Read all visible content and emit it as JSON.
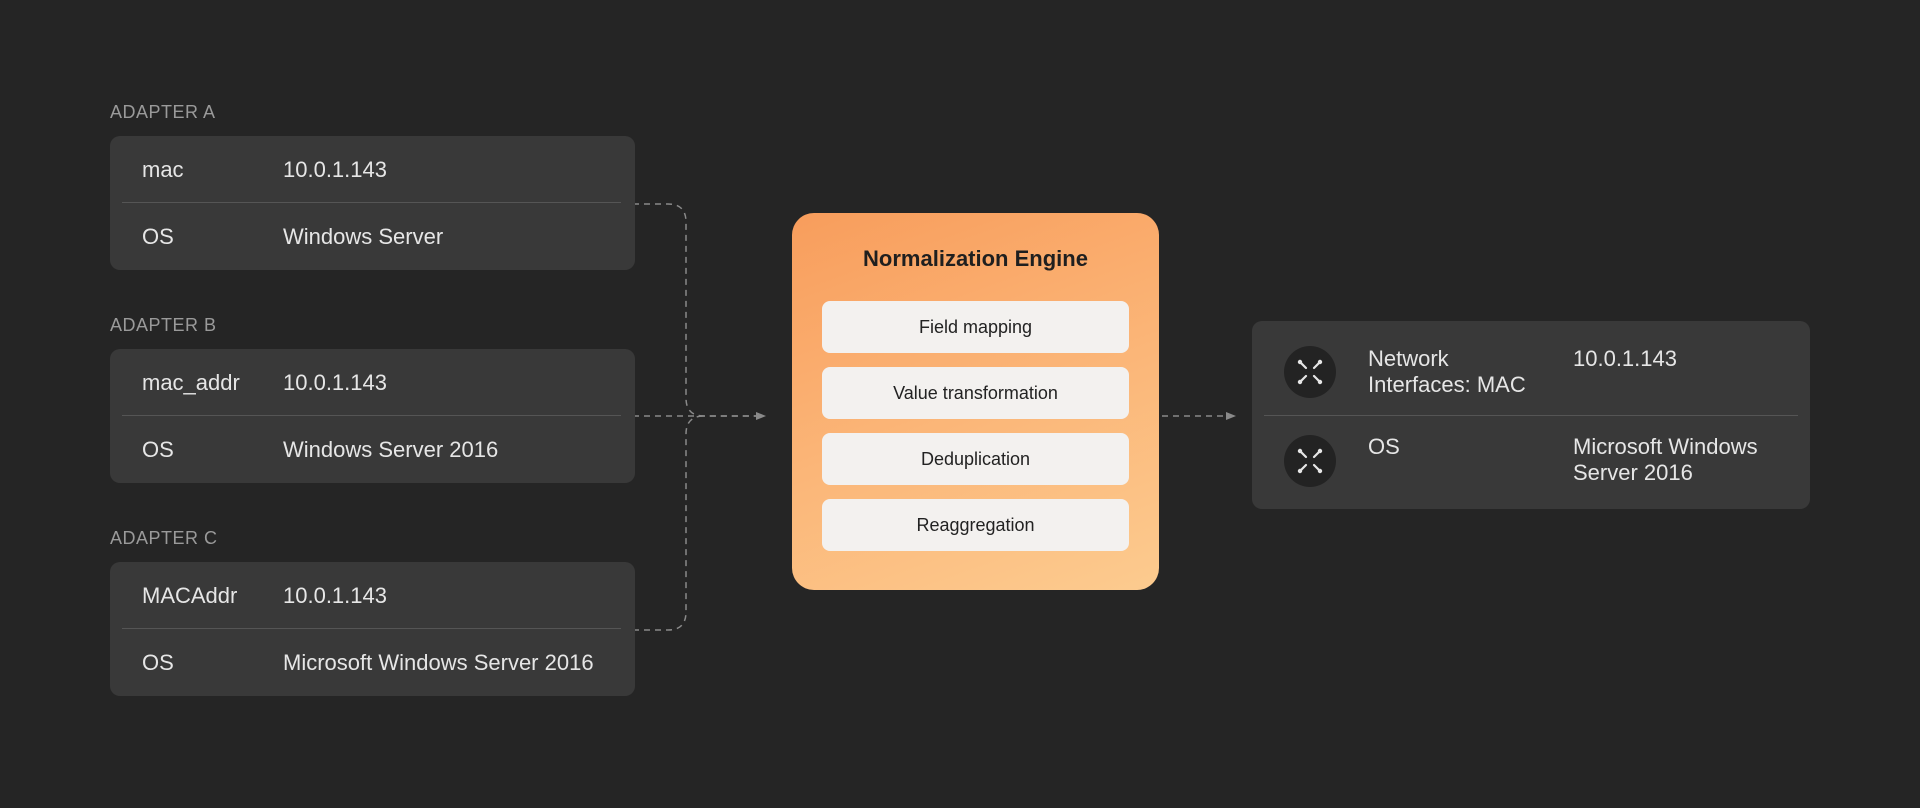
{
  "adapters": [
    {
      "label": "ADAPTER A",
      "rows": [
        {
          "key": "mac",
          "value": "10.0.1.143"
        },
        {
          "key": "OS",
          "value": "Windows Server"
        }
      ]
    },
    {
      "label": "ADAPTER B",
      "rows": [
        {
          "key": "mac_addr",
          "value": "10.0.1.143"
        },
        {
          "key": "OS",
          "value": "Windows Server 2016"
        }
      ]
    },
    {
      "label": "ADAPTER C",
      "rows": [
        {
          "key": "MACAddr",
          "value": "10.0.1.143"
        },
        {
          "key": "OS",
          "value": "Microsoft Windows Server 2016"
        }
      ]
    }
  ],
  "engine": {
    "title": "Normalization Engine",
    "steps": [
      "Field mapping",
      "Value transformation",
      "Deduplication",
      "Reaggregation"
    ]
  },
  "result": {
    "rows": [
      {
        "icon": "merge-icon",
        "key": "Network Interfaces: MAC",
        "value": "10.0.1.143"
      },
      {
        "icon": "merge-icon",
        "key": "OS",
        "value": "Microsoft Windows Server 2016"
      }
    ]
  },
  "colors": {
    "background": "#252525",
    "card": "#393939",
    "engine_start": "#f89d5c",
    "engine_end": "#fccb8f",
    "connector": "#8a8a8a"
  }
}
